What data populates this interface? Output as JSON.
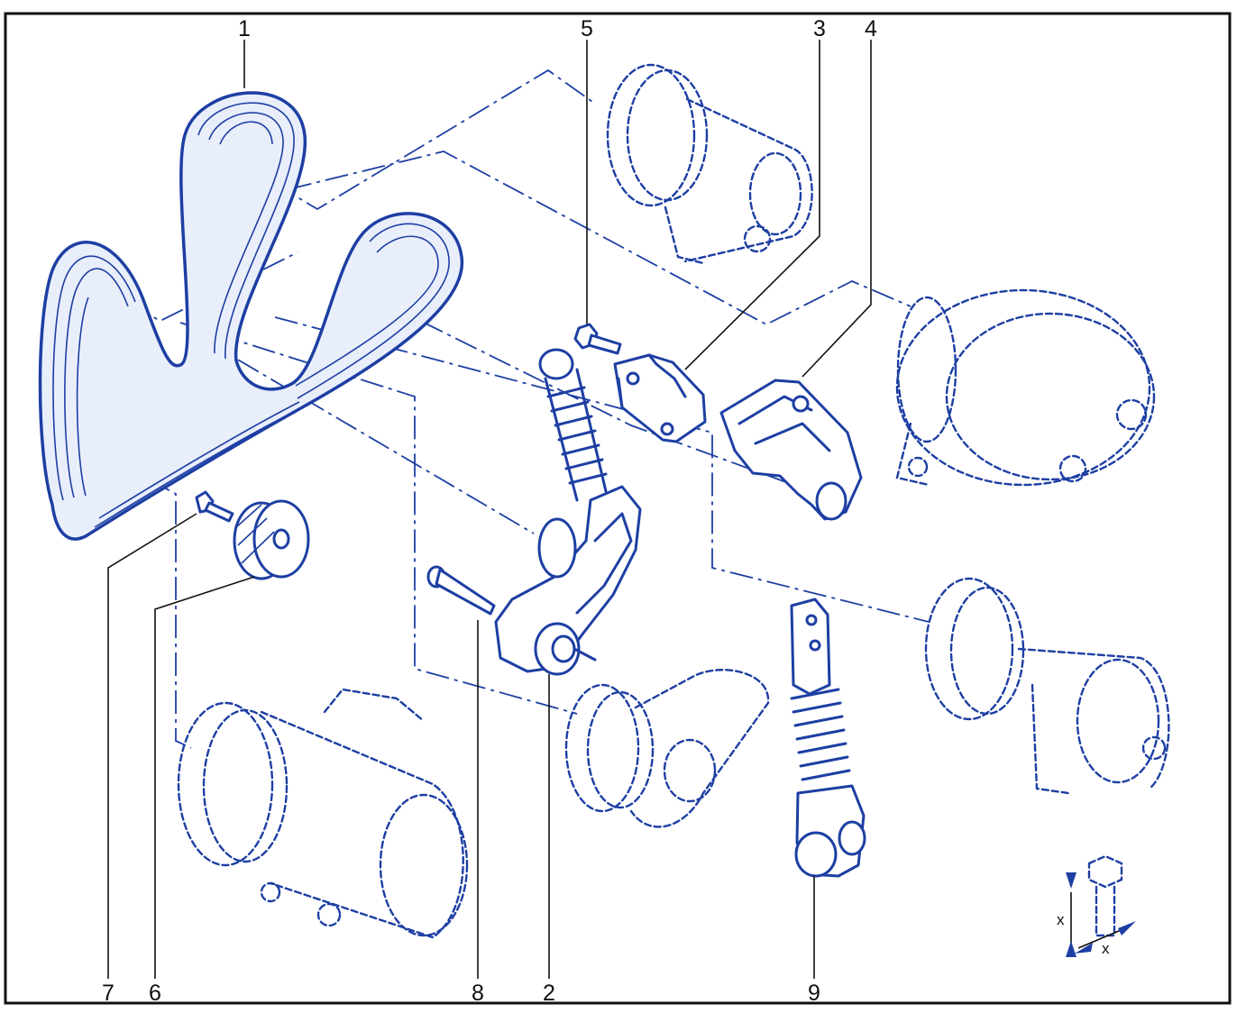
{
  "callouts": {
    "c1": "1",
    "c2": "2",
    "c3": "3",
    "c4": "4",
    "c5": "5",
    "c6": "6",
    "c7": "7",
    "c8": "8",
    "c9": "9"
  },
  "torque_symbol": {
    "label_a": "x",
    "label_b": "x"
  },
  "colors": {
    "ink": "#1d3fa3",
    "frame": "#111111",
    "background": "#ffffff"
  }
}
